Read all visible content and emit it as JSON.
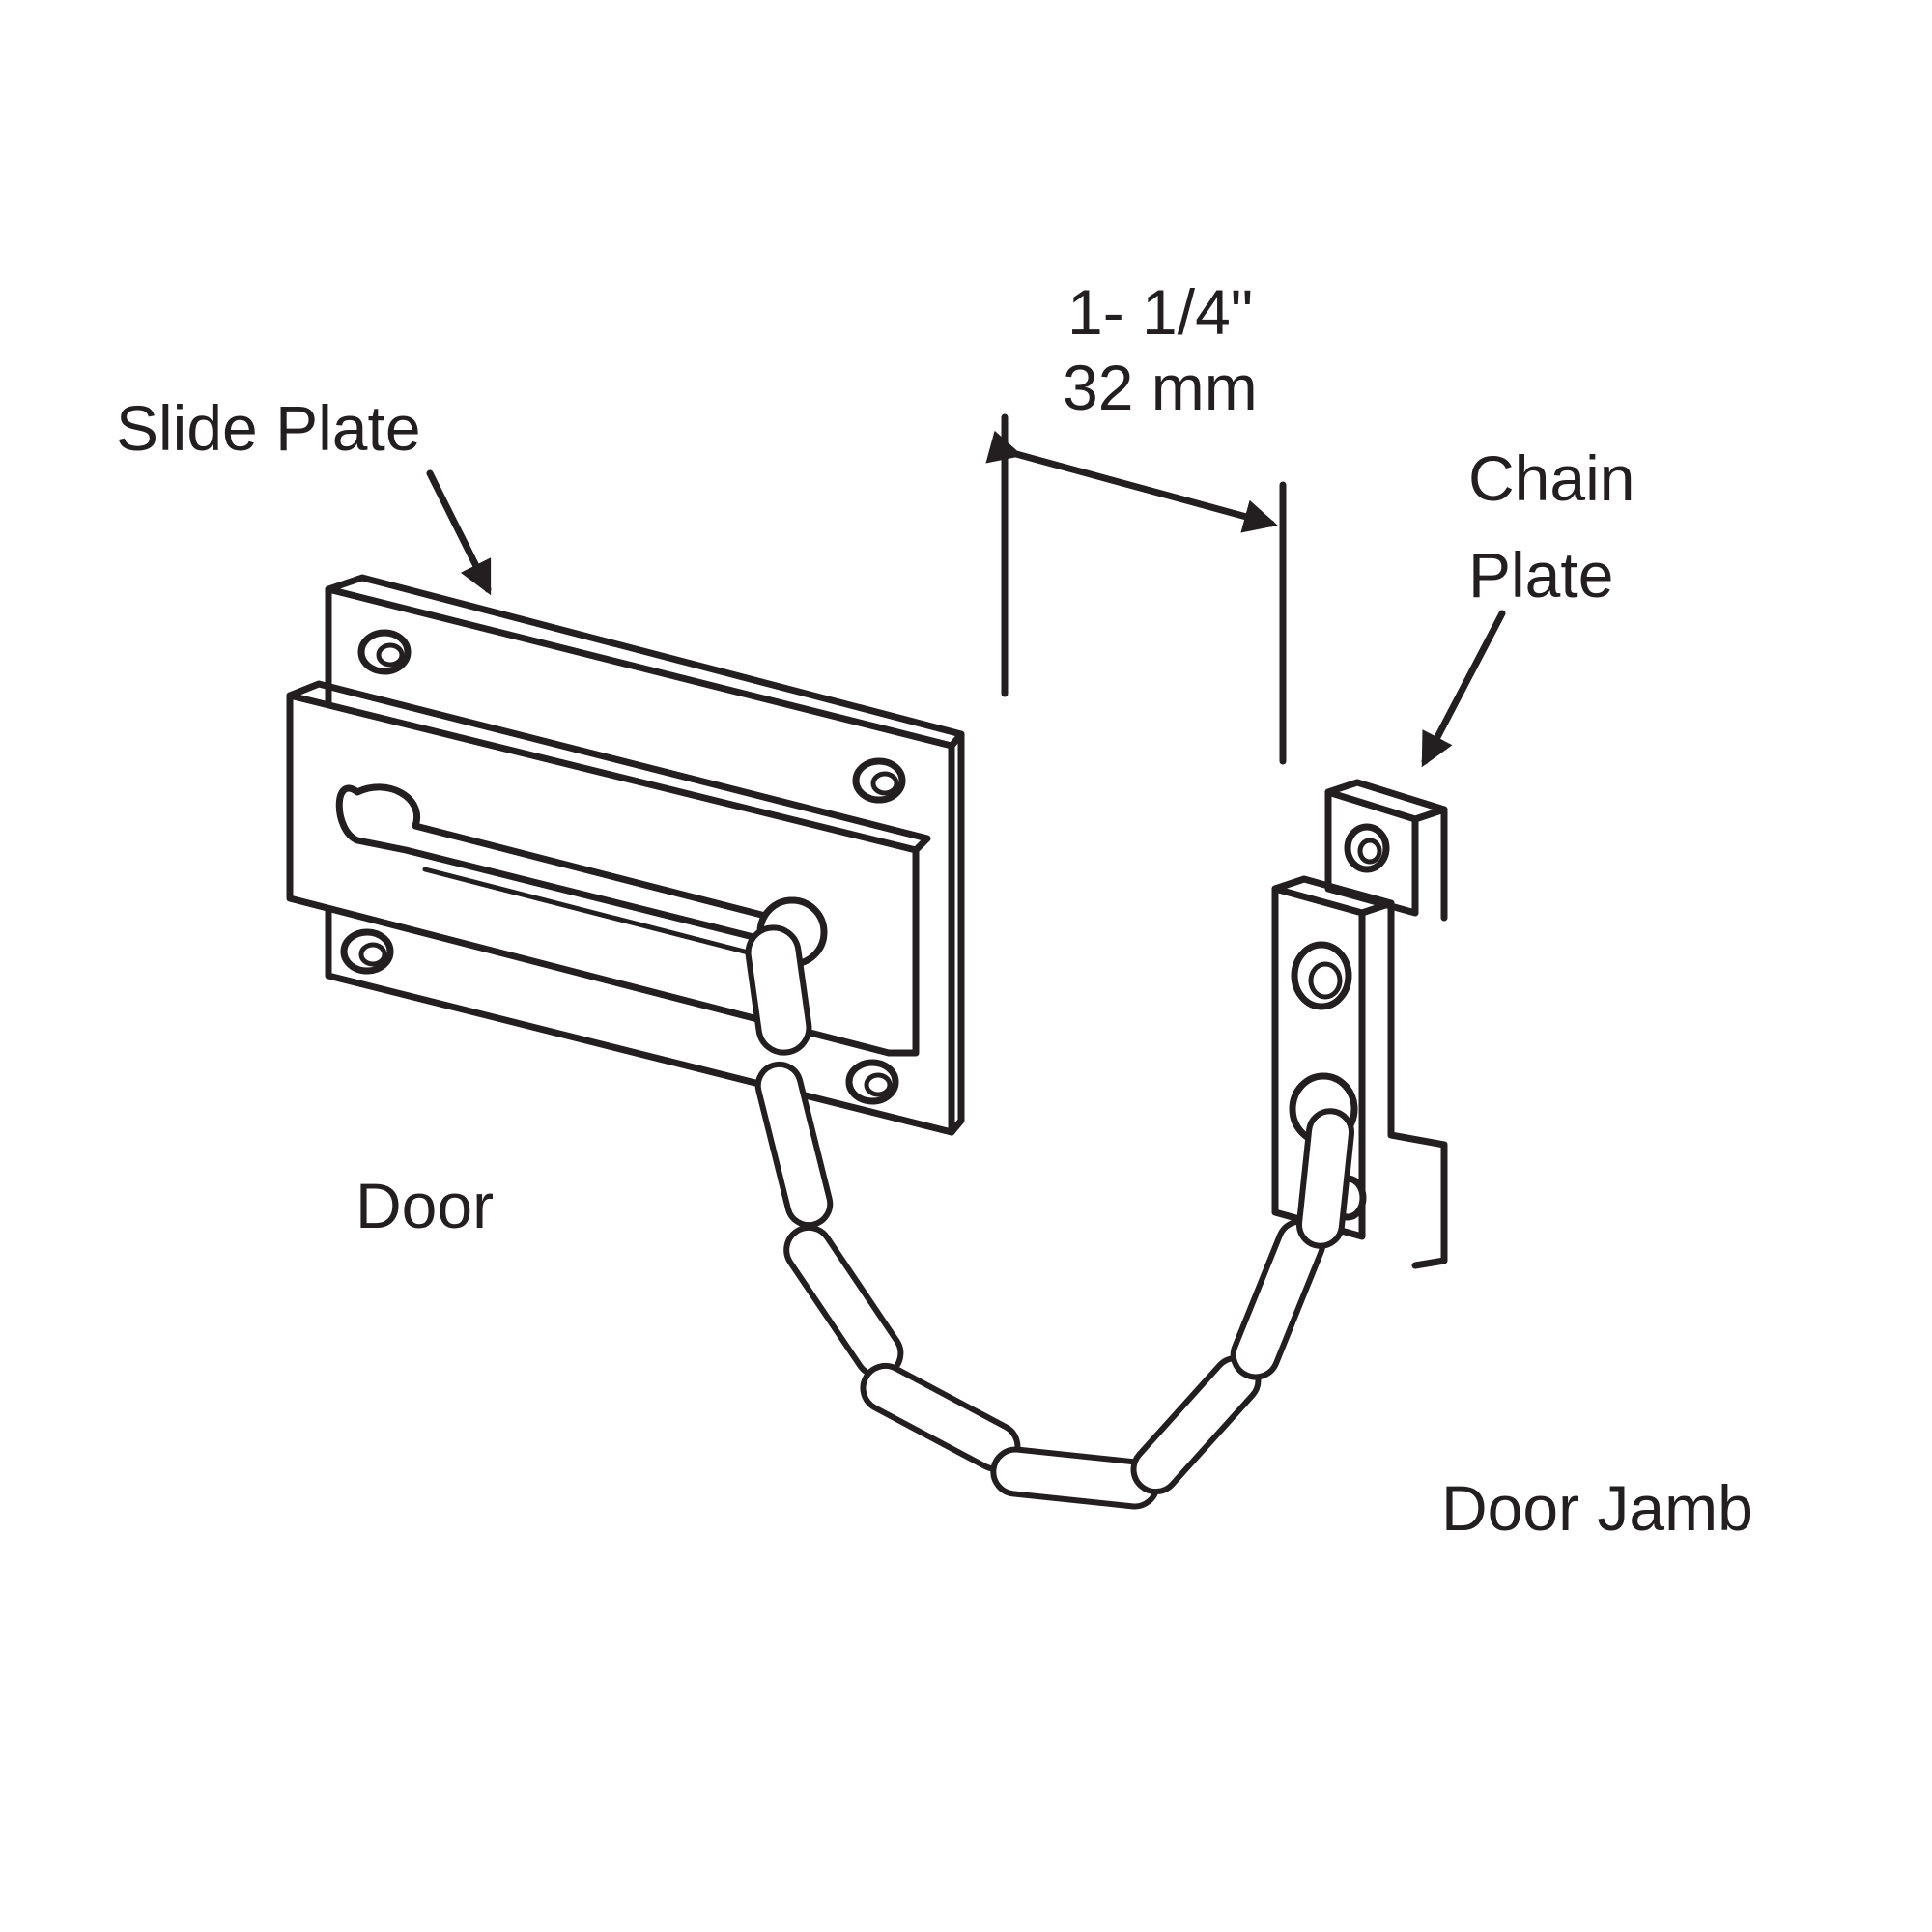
{
  "labels": {
    "slide_plate": "Slide Plate",
    "chain_plate_line1": "Chain",
    "chain_plate_line2": "Plate",
    "door": "Door",
    "door_jamb": "Door Jamb",
    "dimension_imperial": "1- 1/4\"",
    "dimension_metric": "32 mm"
  },
  "colors": {
    "ink": "#231f20",
    "background": "#ffffff"
  }
}
